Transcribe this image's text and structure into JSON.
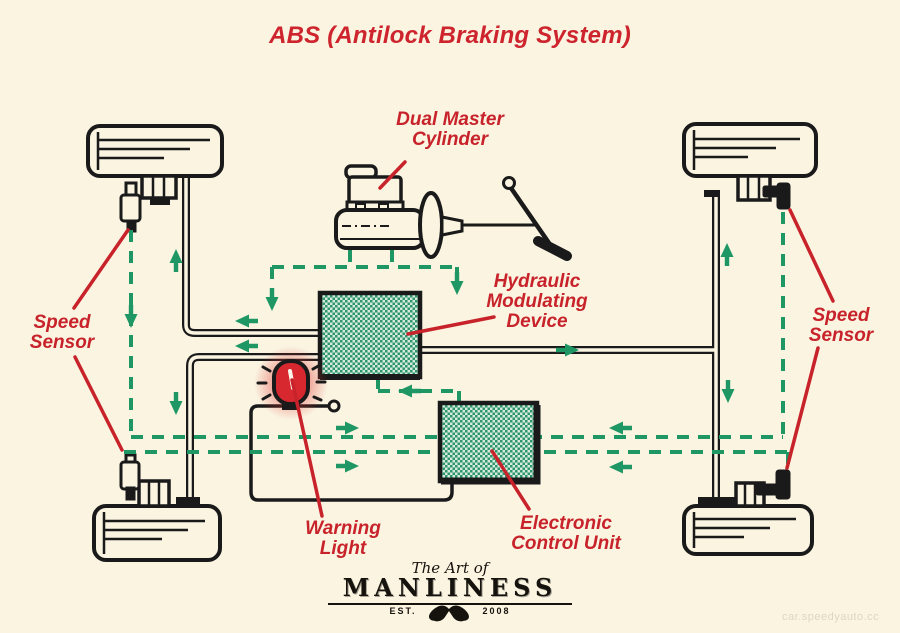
{
  "title": "ABS (Antilock Braking System)",
  "labels": {
    "dual_master_cylinder": [
      "Dual Master",
      "Cylinder"
    ],
    "hydraulic_modulating_device": [
      "Hydraulic",
      "Modulating",
      "Device"
    ],
    "speed_sensor_left": [
      "Speed",
      "Sensor"
    ],
    "speed_sensor_right": [
      "Speed",
      "Sensor"
    ],
    "warning_light": [
      "Warning",
      "Light"
    ],
    "electronic_control_unit": [
      "Electronic",
      "Control Unit"
    ]
  },
  "logo": {
    "tagline": "The Art of",
    "name": "MANLINESS",
    "est": "EST.",
    "year": "2008"
  },
  "watermark": "car.speedyauto.cc",
  "colors": {
    "background": "#FAF4E1",
    "label_red": "#C8232B",
    "signal_green": "#1E9765",
    "line_black": "#1A1A1A",
    "bulb_red": "#D7282F"
  }
}
